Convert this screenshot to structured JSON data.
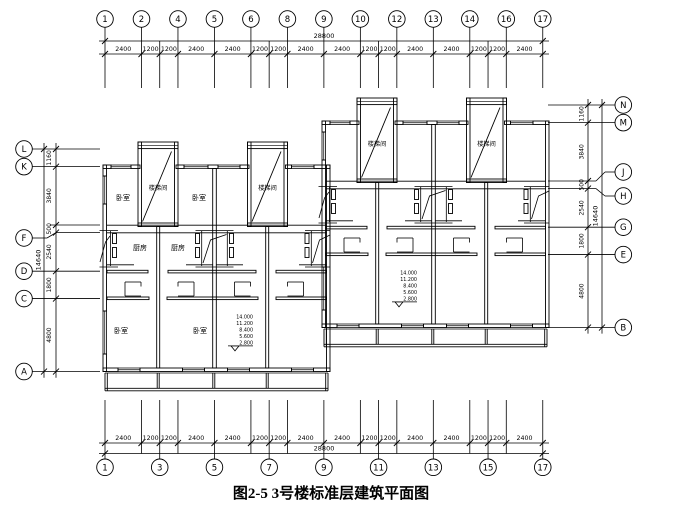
{
  "figure": {
    "caption": "图2-5 3号楼标准层建筑平面图"
  },
  "axes": {
    "top": [
      "1",
      "2",
      "4",
      "5",
      "6",
      "8",
      "9",
      "10",
      "12",
      "13",
      "14",
      "16",
      "17"
    ],
    "bottom": [
      "1",
      "3",
      "5",
      "7",
      "9",
      "11",
      "13",
      "15",
      "17"
    ],
    "left": [
      "L",
      "K",
      "F",
      "D",
      "C",
      "A"
    ],
    "right": [
      "N",
      "M",
      "J",
      "H",
      "G",
      "E",
      "B"
    ]
  },
  "dimensions": {
    "horizontal_segments": [
      "2400",
      "1200",
      "1200",
      "2400",
      "2400",
      "1200",
      "1200",
      "2400",
      "2400",
      "1200",
      "1200",
      "2400",
      "2400",
      "1200",
      "1200",
      "2400"
    ],
    "horizontal_total": "28800",
    "left_segments": [
      "1160",
      "3840",
      "500",
      "2540",
      "1800",
      "4800"
    ],
    "right_segments": [
      "1160",
      "3840",
      "500",
      "2540",
      "1800",
      "4800"
    ],
    "vertical_total": "14640"
  },
  "rooms": {
    "bedroom": "卧室",
    "kitchen": "厨房",
    "stairwell": "楼梯间"
  },
  "elevations": [
    "14.000",
    "11.200",
    "8.400",
    "5.600",
    "2.800"
  ]
}
